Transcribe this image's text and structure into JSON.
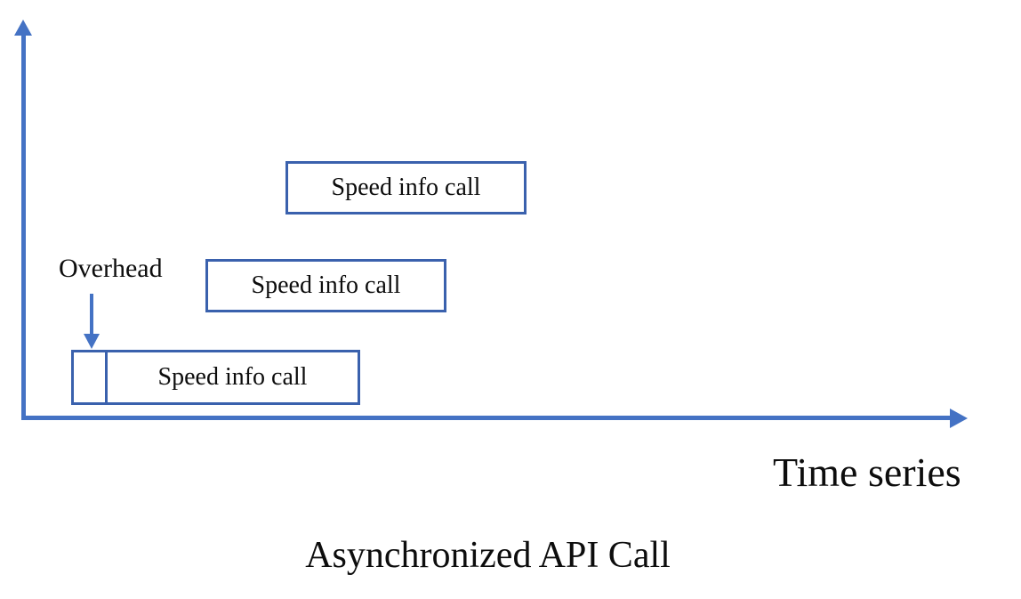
{
  "diagram": {
    "title": "Asynchronized API Call",
    "axis": {
      "x_caption": "Time series",
      "x_axis_name": "horizontal-time-axis",
      "y_axis_name": "vertical-axis",
      "color": "#4472C4"
    },
    "annotation": {
      "overhead_label": "Overhead",
      "arrow_color": "#4472C4"
    },
    "bar_style": {
      "border_color": "#3A61AD",
      "fill_color": "#FFFFFF"
    },
    "bars": [
      {
        "id": "bar-top",
        "label": "Speed info call",
        "has_overhead_segment": false
      },
      {
        "id": "bar-middle",
        "label": "Speed info call",
        "has_overhead_segment": false
      },
      {
        "id": "bar-bottom",
        "label": "Speed info call",
        "has_overhead_segment": true
      }
    ]
  }
}
